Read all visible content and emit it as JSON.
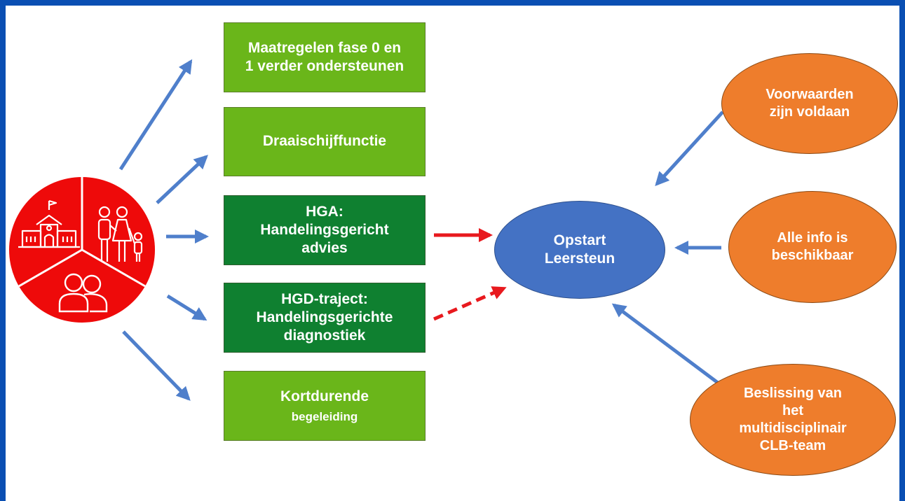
{
  "colors": {
    "frame": "#0a4fb3",
    "arrow_blue": "#4f7fcb",
    "arrow_red": "#e8191e",
    "light_green": "#6ab61a",
    "dark_green": "#0f8030",
    "orange": "#ee7d2c",
    "center_blue": "#4472c4",
    "stakeholder_red": "#ee0a0a"
  },
  "stakeholder_circle": {
    "icons": [
      "school-icon",
      "parents-child-icon",
      "pupils-icon"
    ]
  },
  "measures": [
    {
      "id": "fase",
      "label": "Maatregelen fase 0 en\n1 verder ondersteunen",
      "style": "light"
    },
    {
      "id": "draaischijf",
      "label": "Draaischijffunctie",
      "style": "light"
    },
    {
      "id": "hga",
      "label": "HGA:\nHandelingsgericht\nadvies",
      "style": "dark"
    },
    {
      "id": "hgd",
      "label": "HGD-traject:\nHandelingsgerichte\ndiagnostiek",
      "style": "dark"
    },
    {
      "id": "kortdurend",
      "label": "Kortdurende",
      "sublabel": "begeleiding",
      "style": "light"
    }
  ],
  "center": {
    "label": "Opstart\nLeersteun"
  },
  "conditions": [
    {
      "id": "voorwaarden",
      "label": "Voorwaarden\nzijn voldaan"
    },
    {
      "id": "info",
      "label": "Alle info is\nbeschikbaar"
    },
    {
      "id": "beslissing",
      "label": "Beslissing van\nhet\nmultidisciplinair\nCLB-team"
    }
  ]
}
